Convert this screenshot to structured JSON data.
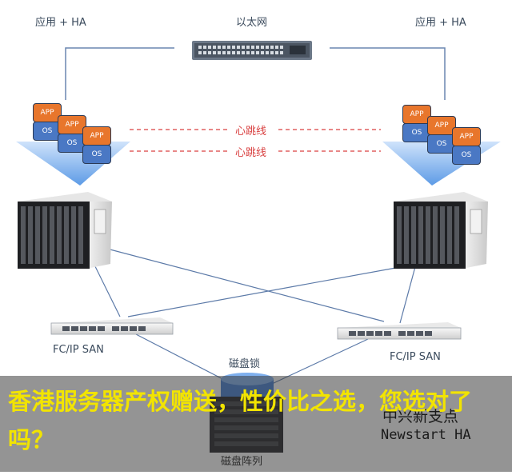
{
  "labels": {
    "app_ha_left": "应用 + HA",
    "app_ha_right": "应用 + HA",
    "ethernet": "以太网",
    "heartbeat_1": "心跳线",
    "heartbeat_2": "心跳线",
    "san_left": "FC/IP SAN",
    "san_right": "FC/IP SAN",
    "disk_lock": "磁盘锁",
    "disk_array": "磁盘阵列"
  },
  "stack": {
    "app": "APP",
    "os": "OS"
  },
  "caption": "香港服务器产权赠送，性价比之选，您选对了吗？",
  "watermark": {
    "cn": "中兴新支点",
    "en": "Newstart HA"
  },
  "colors": {
    "app": "#e8762c",
    "os": "#4a78c4",
    "heartbeat": "#d94040",
    "overlay_text": "#f2e400"
  }
}
